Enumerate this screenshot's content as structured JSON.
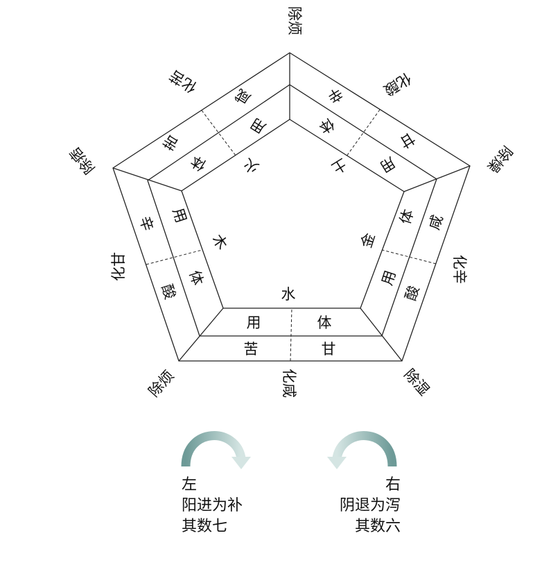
{
  "pentagon_labels": {
    "inner": {
      "top_left": "火",
      "top_right": "土",
      "right": "金",
      "bottom": "水",
      "left": "木"
    },
    "cells": {
      "fire_outer_a": "咸",
      "fire_outer_b": "苦",
      "fire_inner_a": "用",
      "fire_inner_b": "体",
      "earth_outer_a": "辛",
      "earth_outer_b": "甘",
      "earth_inner_a": "体",
      "earth_inner_b": "用",
      "metal_outer_a": "咸",
      "metal_outer_b": "酸",
      "metal_inner_a": "体",
      "metal_inner_b": "用",
      "water_outer_a": "苦",
      "water_outer_b": "甘",
      "water_inner_a": "用",
      "water_inner_b": "体",
      "wood_outer_a": "辛",
      "wood_outer_b": "酸",
      "wood_inner_a": "用",
      "wood_inner_b": "体"
    },
    "outer": {
      "top": "除烦",
      "top_right": "化酸",
      "right_top": "除燥",
      "right_mid": "化辛",
      "bottom_right": "除湿",
      "bottom": "化咸",
      "bottom_left": "除烦",
      "left_mid": "化甘",
      "left_top": "除痞",
      "top_left": "化苦"
    }
  },
  "legend": {
    "left": {
      "title": "左",
      "line1": "阳进为补",
      "line2": "其数七"
    },
    "right": {
      "title": "右",
      "line1": "阴退为泻",
      "line2": "其数六"
    }
  },
  "colors": {
    "line": "#222222",
    "arrow": "#7fa7a4",
    "arrow_light": "#c9dcda"
  }
}
